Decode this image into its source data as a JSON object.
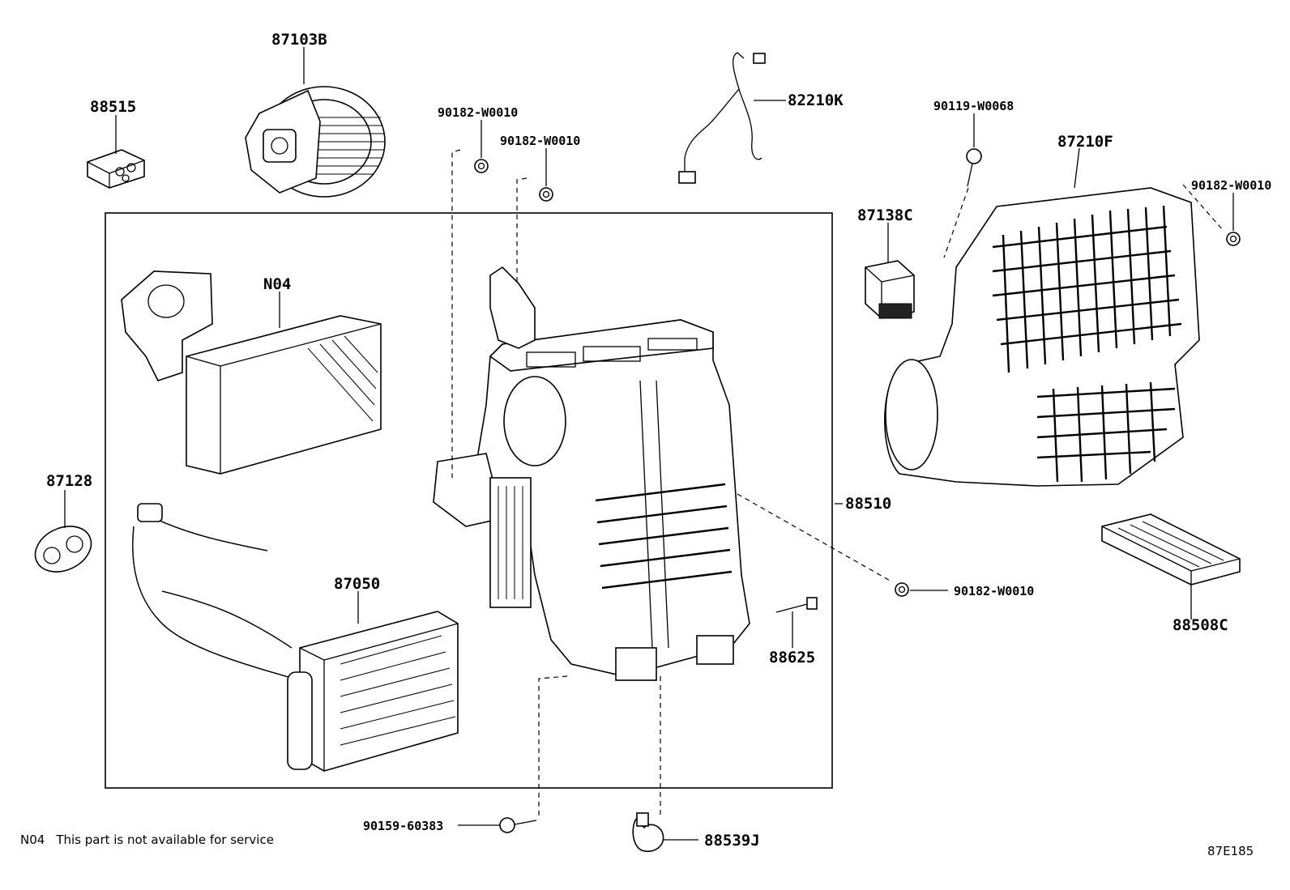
{
  "parts": [
    {
      "id": "88515",
      "label": "88515"
    },
    {
      "id": "87103B",
      "label": "87103B"
    },
    {
      "id": "90182-W0010-a",
      "label": "90182-W0010"
    },
    {
      "id": "90182-W0010-b",
      "label": "90182-W0010"
    },
    {
      "id": "82210K",
      "label": "82210K"
    },
    {
      "id": "90119-W0068",
      "label": "90119-W0068"
    },
    {
      "id": "87210F",
      "label": "87210F"
    },
    {
      "id": "90182-W0010-c",
      "label": "90182-W0010"
    },
    {
      "id": "87138C",
      "label": "87138C"
    },
    {
      "id": "N04",
      "label": "N04"
    },
    {
      "id": "87128",
      "label": "87128"
    },
    {
      "id": "87050",
      "label": "87050"
    },
    {
      "id": "88510",
      "label": "88510"
    },
    {
      "id": "90182-W0010-d",
      "label": "90182-W0010"
    },
    {
      "id": "88508C",
      "label": "88508C"
    },
    {
      "id": "88625",
      "label": "88625"
    },
    {
      "id": "90159-60383",
      "label": "90159-60383"
    },
    {
      "id": "88539J",
      "label": "88539J"
    }
  ],
  "footnote": {
    "code": "N04",
    "text": "This part is not available for service"
  },
  "figure_code": "87E185"
}
